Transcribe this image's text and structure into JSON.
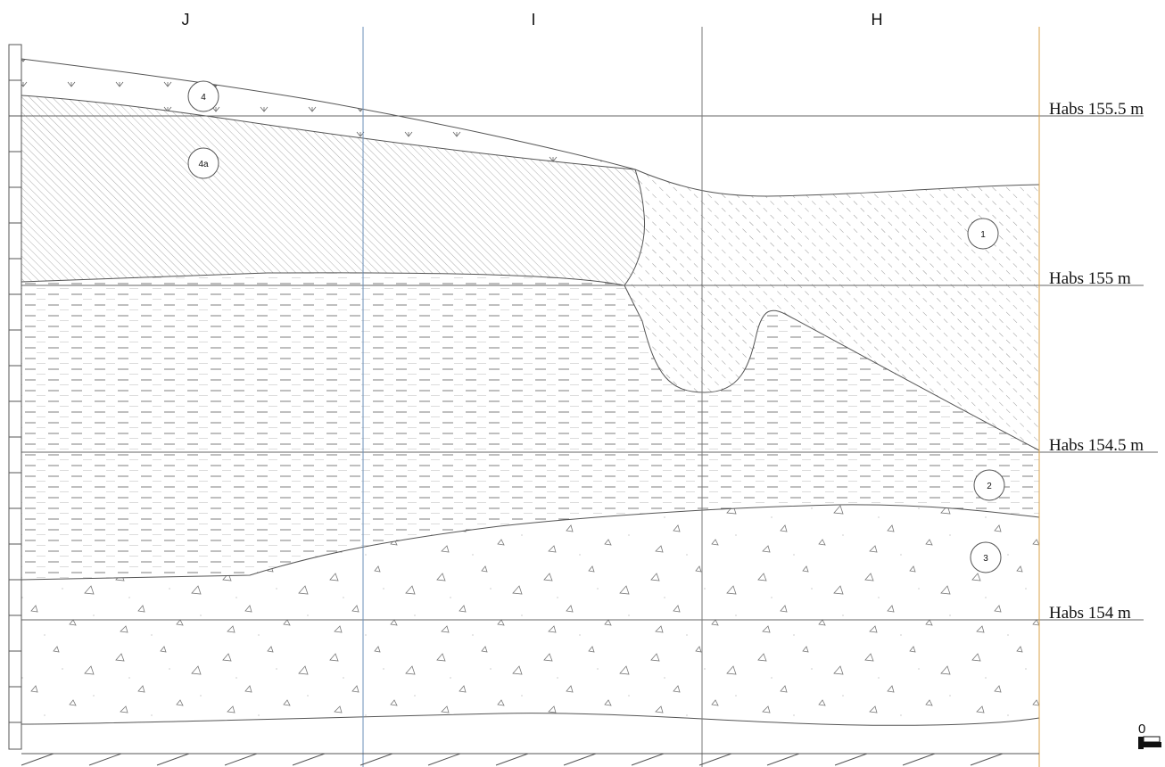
{
  "columns": [
    "J",
    "I",
    "H"
  ],
  "levels": [
    "Habs 155.5 m",
    "Habs 155 m",
    "Habs 154.5 m",
    "Habs 154 m"
  ],
  "layers": [
    "4",
    "4a",
    "1",
    "2",
    "3"
  ],
  "scale": {
    "zero_label": "0"
  }
}
